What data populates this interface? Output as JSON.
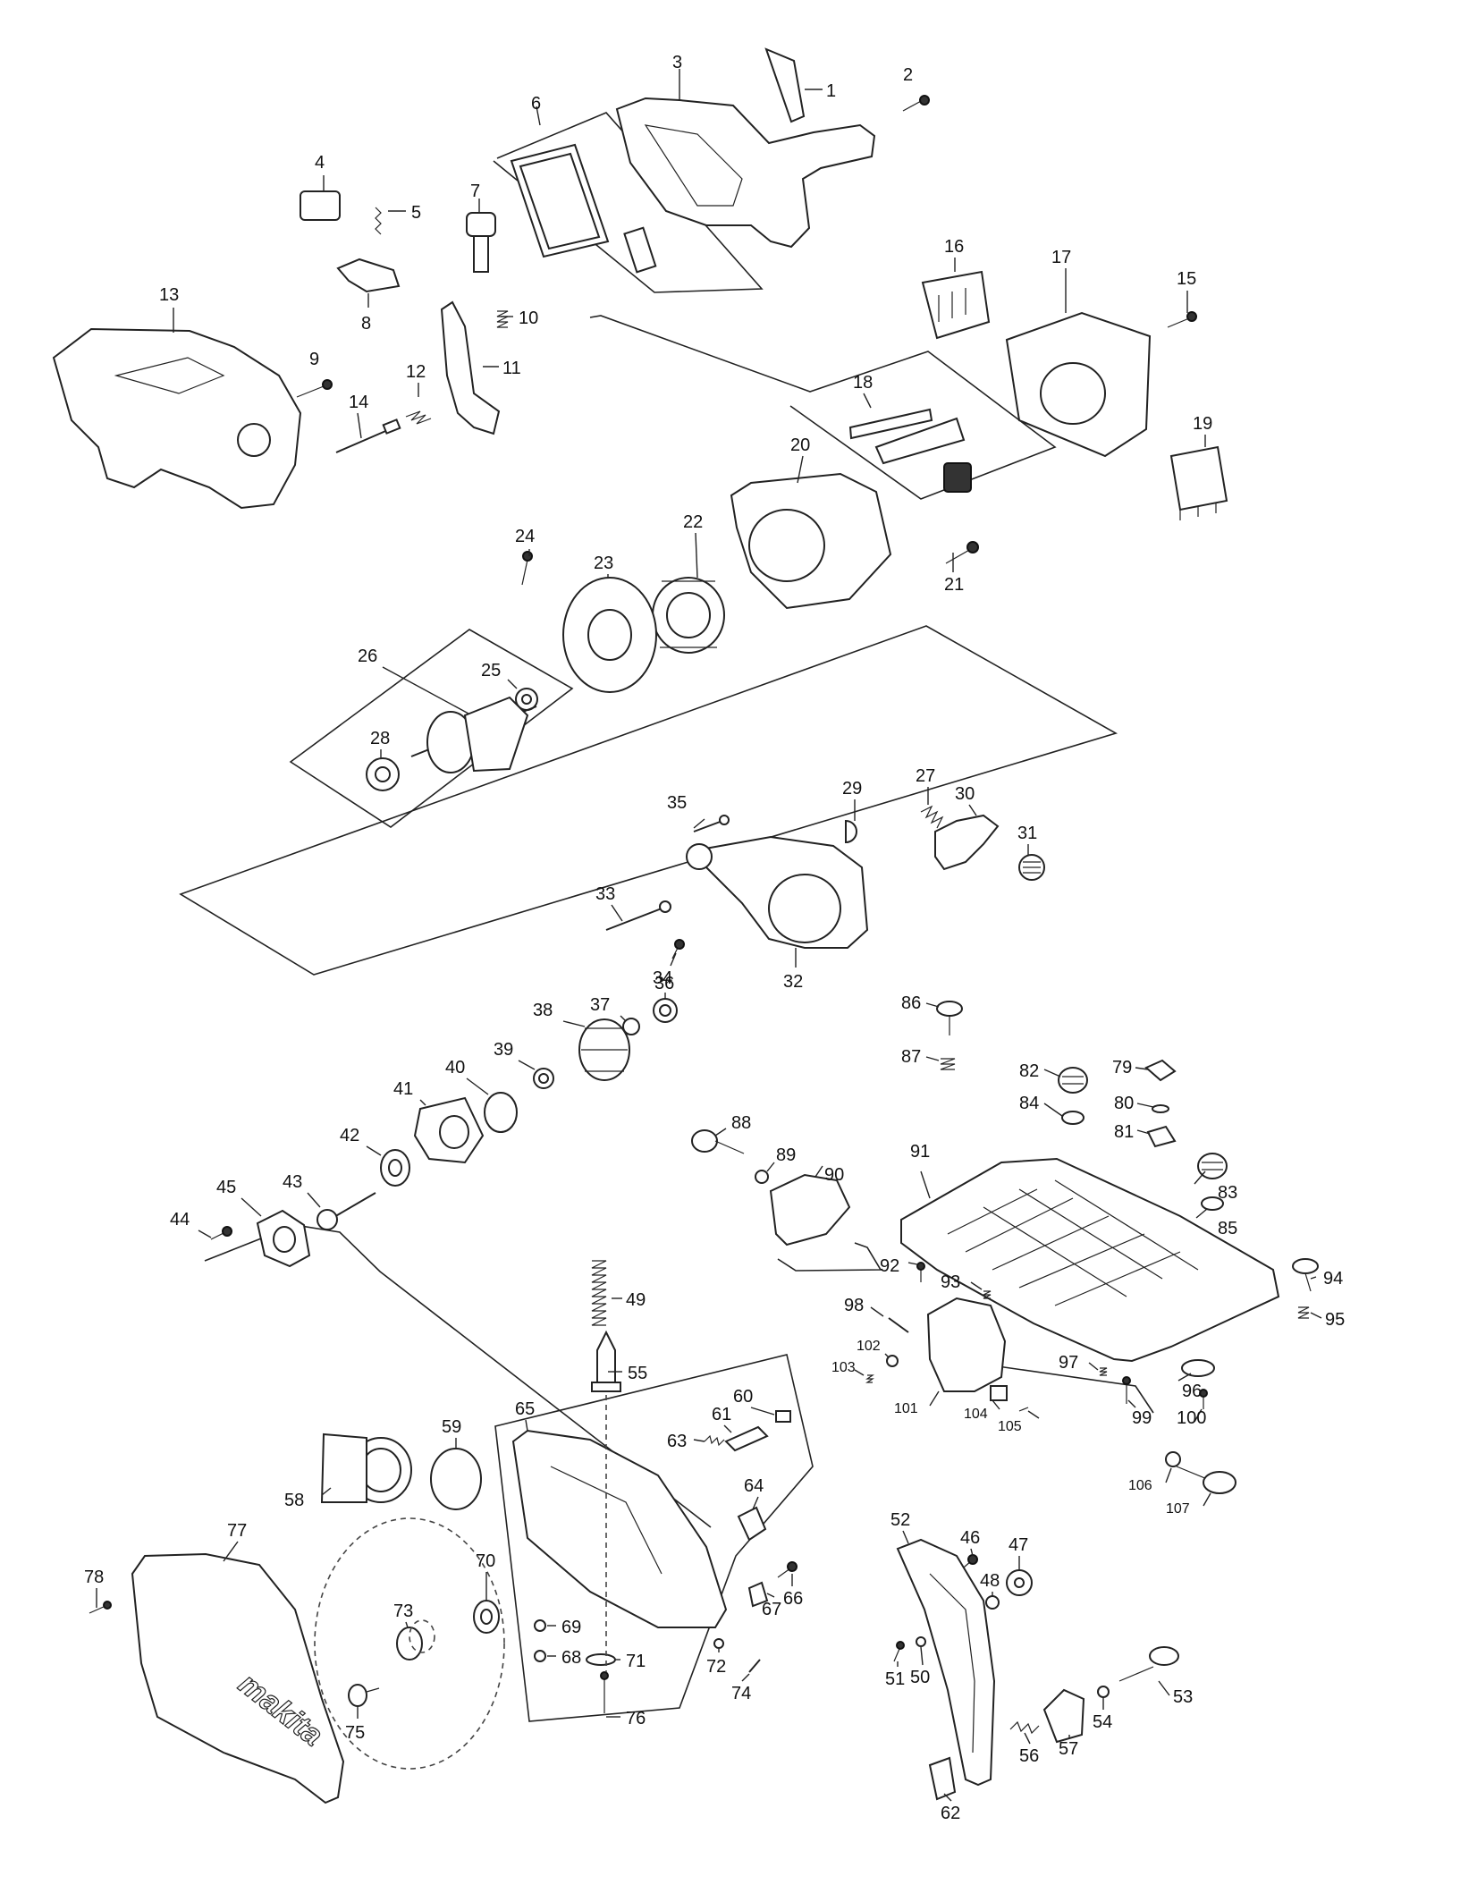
{
  "callouts": [
    "1",
    "2",
    "3",
    "4",
    "5",
    "6",
    "7",
    "8",
    "9",
    "10",
    "11",
    "12",
    "13",
    "14",
    "15",
    "16",
    "17",
    "18",
    "19",
    "20",
    "21",
    "22",
    "23",
    "24",
    "25",
    "26",
    "27",
    "28",
    "29",
    "30",
    "31",
    "32",
    "33",
    "34",
    "35",
    "36",
    "37",
    "38",
    "39",
    "40",
    "41",
    "42",
    "43",
    "44",
    "45",
    "46",
    "47",
    "48",
    "49",
    "50",
    "51",
    "52",
    "53",
    "54",
    "55",
    "56",
    "57",
    "58",
    "59",
    "60",
    "61",
    "62",
    "63",
    "64",
    "65",
    "66",
    "67",
    "68",
    "69",
    "70",
    "71",
    "72",
    "73",
    "74",
    "75",
    "76",
    "77",
    "78",
    "79",
    "80",
    "81",
    "82",
    "83",
    "84",
    "85",
    "86",
    "87",
    "88",
    "89",
    "90",
    "91",
    "92",
    "93",
    "94",
    "95",
    "96",
    "97",
    "98",
    "99",
    "100",
    "101",
    "102",
    "103",
    "104",
    "105",
    "106",
    "107"
  ],
  "brand_text": "makita",
  "colors": {
    "line": "#222222",
    "background": "#ffffff"
  }
}
